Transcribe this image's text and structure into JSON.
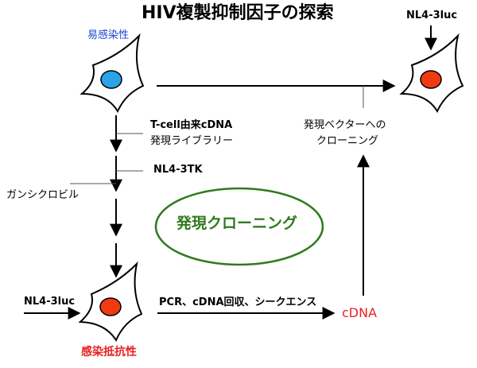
{
  "title": "HIV複製抑制因子の探索",
  "labels": {
    "susceptible": "易感染性",
    "resistant": "感染抵抗性",
    "nl4_3luc_top": "NL4-3luc",
    "nl4_3luc_left": "NL4-3luc",
    "library_line1": "T-cell由来cDNA",
    "library_line2": "発現ライブラリー",
    "nl4_3tk": "NL4-3TK",
    "ganciclovir": "ガンシクロビル",
    "center": "発現クローニング",
    "pcr": "PCR、cDNA回収、シークエンス",
    "cdna": "cDNA",
    "vector_line1": "発現ベクターへの",
    "vector_line2": "クローニング"
  },
  "colors": {
    "nucleus_blue": "#2aa3e8",
    "nucleus_red": "#f03a12",
    "ellipse": "#2f7a1f",
    "center_text": "#2f7a1f",
    "blue_label": "#1f3fd6",
    "red_label": "#e82020"
  }
}
